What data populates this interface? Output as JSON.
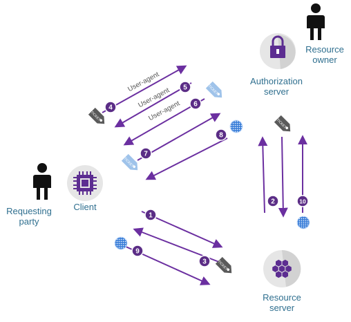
{
  "actors": {
    "resource_owner": {
      "label_line1": "Resource",
      "label_line2": "owner"
    },
    "authorization_server": {
      "label_line1": "Authorization",
      "label_line2": "server"
    },
    "requesting_party": {
      "label_line1": "Requesting",
      "label_line2": "party"
    },
    "client": {
      "label": "Client"
    },
    "resource_server": {
      "label_line1": "Resource",
      "label_line2": "server"
    }
  },
  "user_agent_label": "User-agent",
  "steps": [
    "1",
    "2",
    "3",
    "4",
    "5",
    "6",
    "7",
    "8",
    "9",
    "10"
  ],
  "ticket_label": "TICKET",
  "colors": {
    "arrow": "#6b2fa0",
    "step_badge": "#5b2d86",
    "label_text": "#2f6f8f",
    "icon_circle": "#e6e6e6",
    "purple_icon": "#5c2d91",
    "ticket_gray": "#5a5a5a",
    "ticket_blue": "#9fc3ea",
    "token_blue": "#3b7fd9"
  }
}
